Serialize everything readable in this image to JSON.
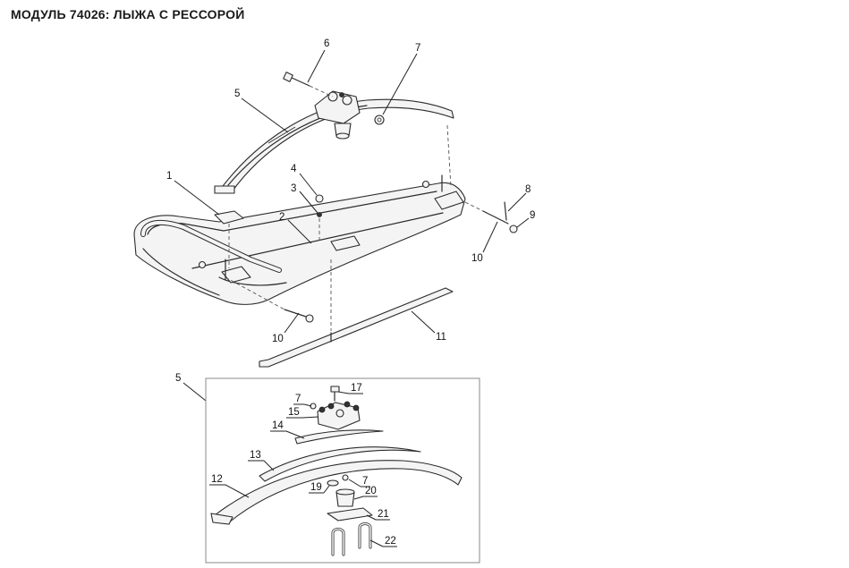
{
  "title": "МОДУЛЬ 74026: ЛЫЖА С РЕССОРОЙ",
  "callouts": {
    "c1": "1",
    "c2": "2",
    "c3": "3",
    "c4": "4",
    "c5": "5",
    "c6": "6",
    "c7": "7",
    "c8": "8",
    "c9": "9",
    "c10a": "10",
    "c10b": "10",
    "c11": "11",
    "inset_label": "5",
    "i7a": "7",
    "i7b": "7",
    "i12": "12",
    "i13": "13",
    "i14": "14",
    "i15": "15",
    "i17": "17",
    "i19": "19",
    "i20": "20",
    "i21": "21",
    "i22": "22"
  }
}
